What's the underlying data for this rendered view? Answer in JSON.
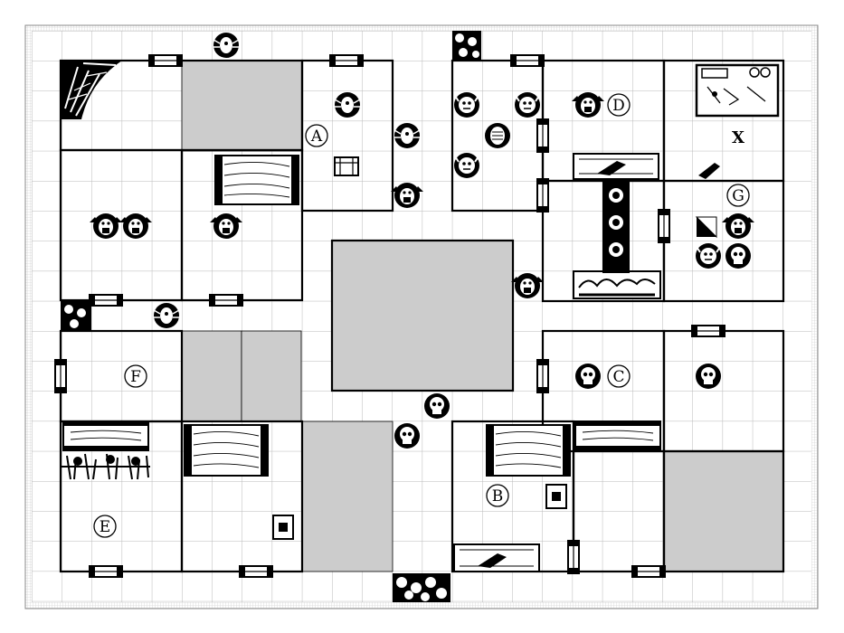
{
  "board": {
    "grid_color": "#b8b8b8",
    "wall_color": "#000000",
    "blocked_color": "#cccccc",
    "room_labels": [
      "A",
      "B",
      "C",
      "D",
      "E",
      "F",
      "G"
    ],
    "special_marker": "X"
  },
  "pieces": {
    "monster_icons": [
      "spider-icon",
      "skull-icon",
      "orc-icon",
      "goblin-icon",
      "fimir-icon",
      "mummy-icon",
      "gargoyle-icon"
    ],
    "furniture_icons": [
      "table-icon",
      "weapons-rack-icon",
      "treasure-chest-icon",
      "alchemist-bench-icon",
      "fireplace-icon",
      "rubble-icon",
      "stairway-icon",
      "door-icon"
    ]
  }
}
